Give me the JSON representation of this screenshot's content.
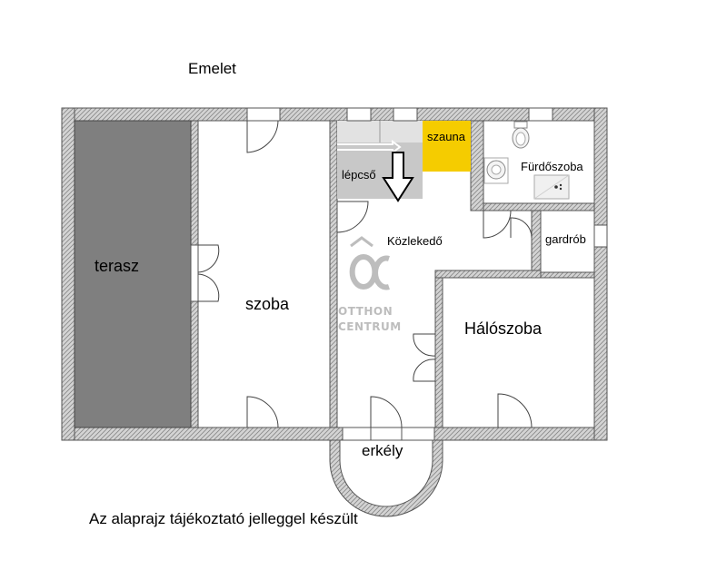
{
  "title": "Emelet",
  "rooms": {
    "terasz": "terasz",
    "szoba": "szoba",
    "lepcso": "lépcső",
    "szauna": "szauna",
    "furdoszoba": "Fürdőszoba",
    "kozlekedo": "Közlekedő",
    "gardrob": "gardrób",
    "haloszoba": "Hálószoba",
    "erkely": "erkély"
  },
  "watermark": {
    "line1": "OTTHON",
    "line2": "CENTRUM"
  },
  "note": "Az alaprajz tájékoztató jelleggel készült",
  "colors": {
    "wall": "#d0d0d0",
    "terrace": "#7f7f7f",
    "stair": "#c8c8c8",
    "sauna": "#f5cc00",
    "watermark": "#bdbdbd"
  },
  "icons": [
    "stair-arrow-icon",
    "toilet-icon",
    "sink-icon",
    "shower-icon",
    "otthon-centrum-logo-icon"
  ]
}
